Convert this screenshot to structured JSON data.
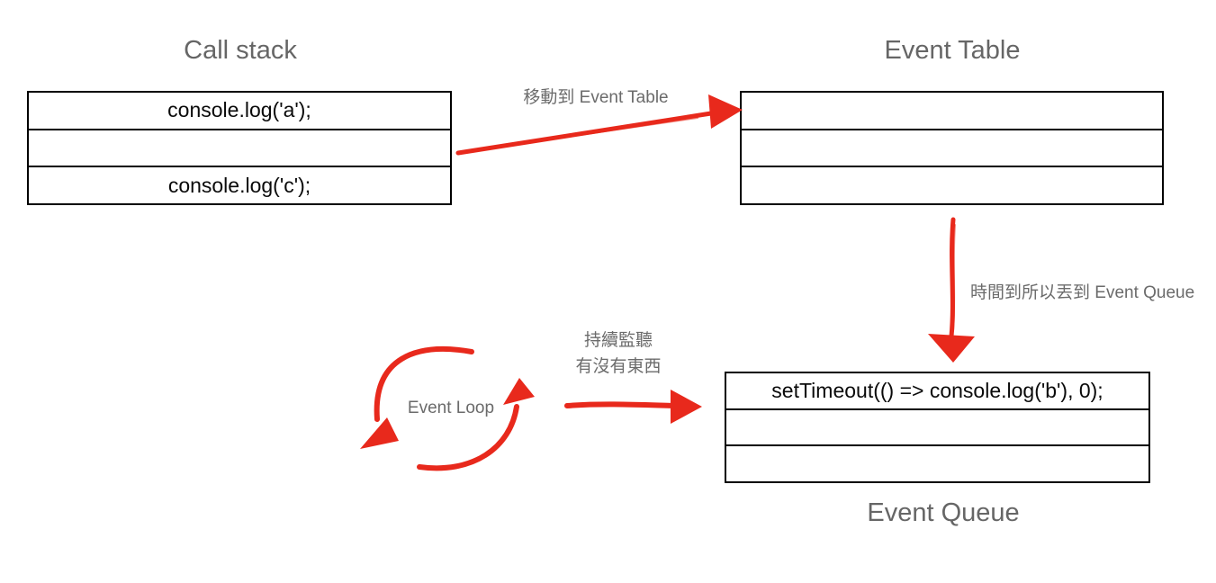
{
  "colors": {
    "red": "#e8291c",
    "gray_text": "#666666",
    "table_border": "#000000"
  },
  "call_stack": {
    "title": "Call stack",
    "rows": [
      "console.log('a');",
      "",
      "console.log('c');"
    ]
  },
  "event_table": {
    "title": "Event Table",
    "rows": [
      "",
      "",
      ""
    ]
  },
  "event_queue": {
    "title": "Event Queue",
    "rows": [
      "setTimeout(() => console.log('b'), 0);",
      "",
      ""
    ]
  },
  "event_loop": {
    "label": "Event Loop"
  },
  "annotations": {
    "move_to_event_table": "移動到 Event Table",
    "time_up_move_to_queue": "時間到所以丟到 Event Queue",
    "listen_line1": "持續監聽",
    "listen_line2": "有沒有東西"
  }
}
